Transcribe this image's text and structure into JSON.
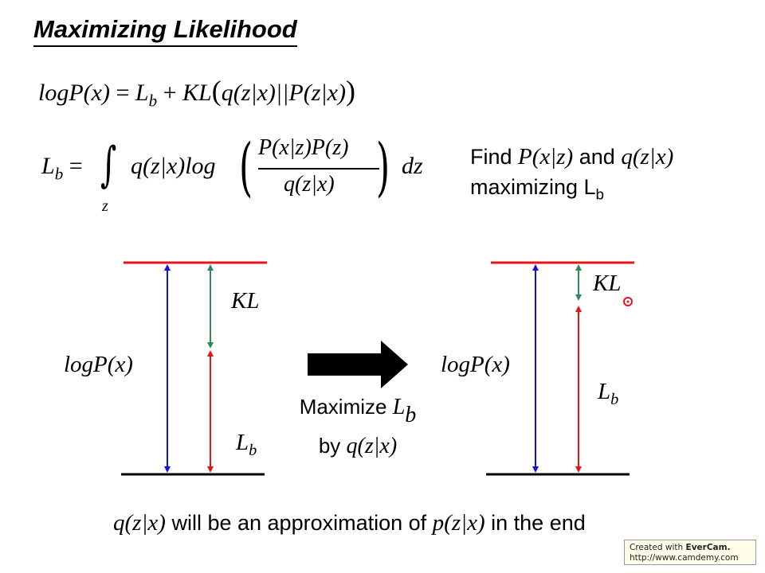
{
  "title": "Maximizing Likelihood",
  "equation1": {
    "lhs": "logP(x)",
    "eq": "=",
    "lb": "L",
    "lb_sub": "b",
    "plus": "+",
    "kl": "KL",
    "kl_args": "q(z|x)||P(z|x)"
  },
  "equation2": {
    "lhs": "L",
    "lhs_sub": "b",
    "eq": "=",
    "integral": "∫",
    "lower_limit": "z",
    "integrand": "q(z|x)log",
    "numerator": "P(x|z)P(z)",
    "denominator": "q(z|x)",
    "differential": "dz"
  },
  "note": {
    "find": "Find",
    "p_term": "P(x|z)",
    "and": "and",
    "q_term": "q(z|x)",
    "maximizing": "maximizing L",
    "maximizing_sub": "b"
  },
  "left_diagram": {
    "total_label": "logP(x)",
    "kl_label": "KL",
    "lb_label": "L",
    "lb_sub": "b"
  },
  "arrow": {
    "line1": "Maximize",
    "line1_math": "L",
    "line1_sub": "b",
    "line2": "by",
    "line2_math": "q(z|x)"
  },
  "right_diagram": {
    "total_label": "logP(x)",
    "kl_label": "KL",
    "lb_label": "L",
    "lb_sub": "b"
  },
  "footer": {
    "q_term": "q(z|x)",
    "middle": "will be an approximation of",
    "p_term": "p(z|x)",
    "end": "in the end"
  },
  "watermark": {
    "line1_prefix": "Created with ",
    "brand": "EverCam.",
    "line2": "http://www.camdemy.com"
  },
  "colors": {
    "top_line": "#e8141a",
    "bottom_line": "#000000",
    "logp_arrow": "#1010e0",
    "kl_arrow": "#2e8b57",
    "lb_arrow": "#e8141a",
    "pointer": "#e8141a"
  }
}
